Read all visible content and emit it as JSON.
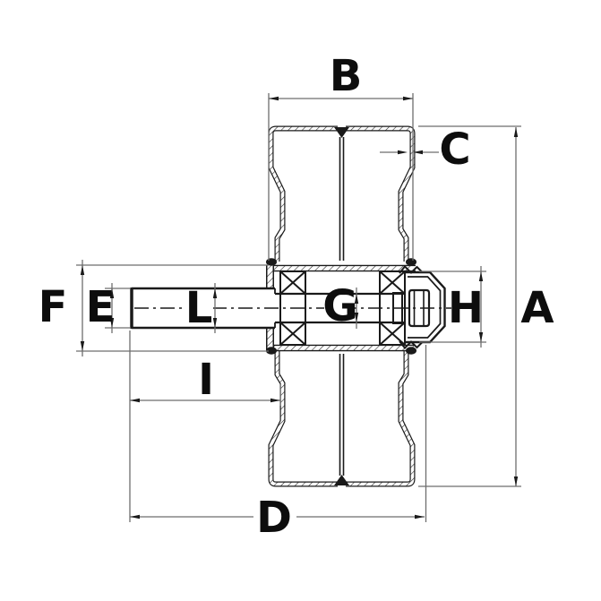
{
  "drawing": {
    "subject": "caster wheel cross-section technical drawing",
    "colors": {
      "background": "#ffffff",
      "line": "#1a1a1a",
      "dimension": "#6e6e6e",
      "label": "#0d0d0d"
    },
    "dimension_labels": {
      "A": "A",
      "B": "B",
      "C": "C",
      "D": "D",
      "E": "E",
      "F": "F",
      "G": "G",
      "H": "H",
      "I": "I",
      "L": "L"
    }
  }
}
